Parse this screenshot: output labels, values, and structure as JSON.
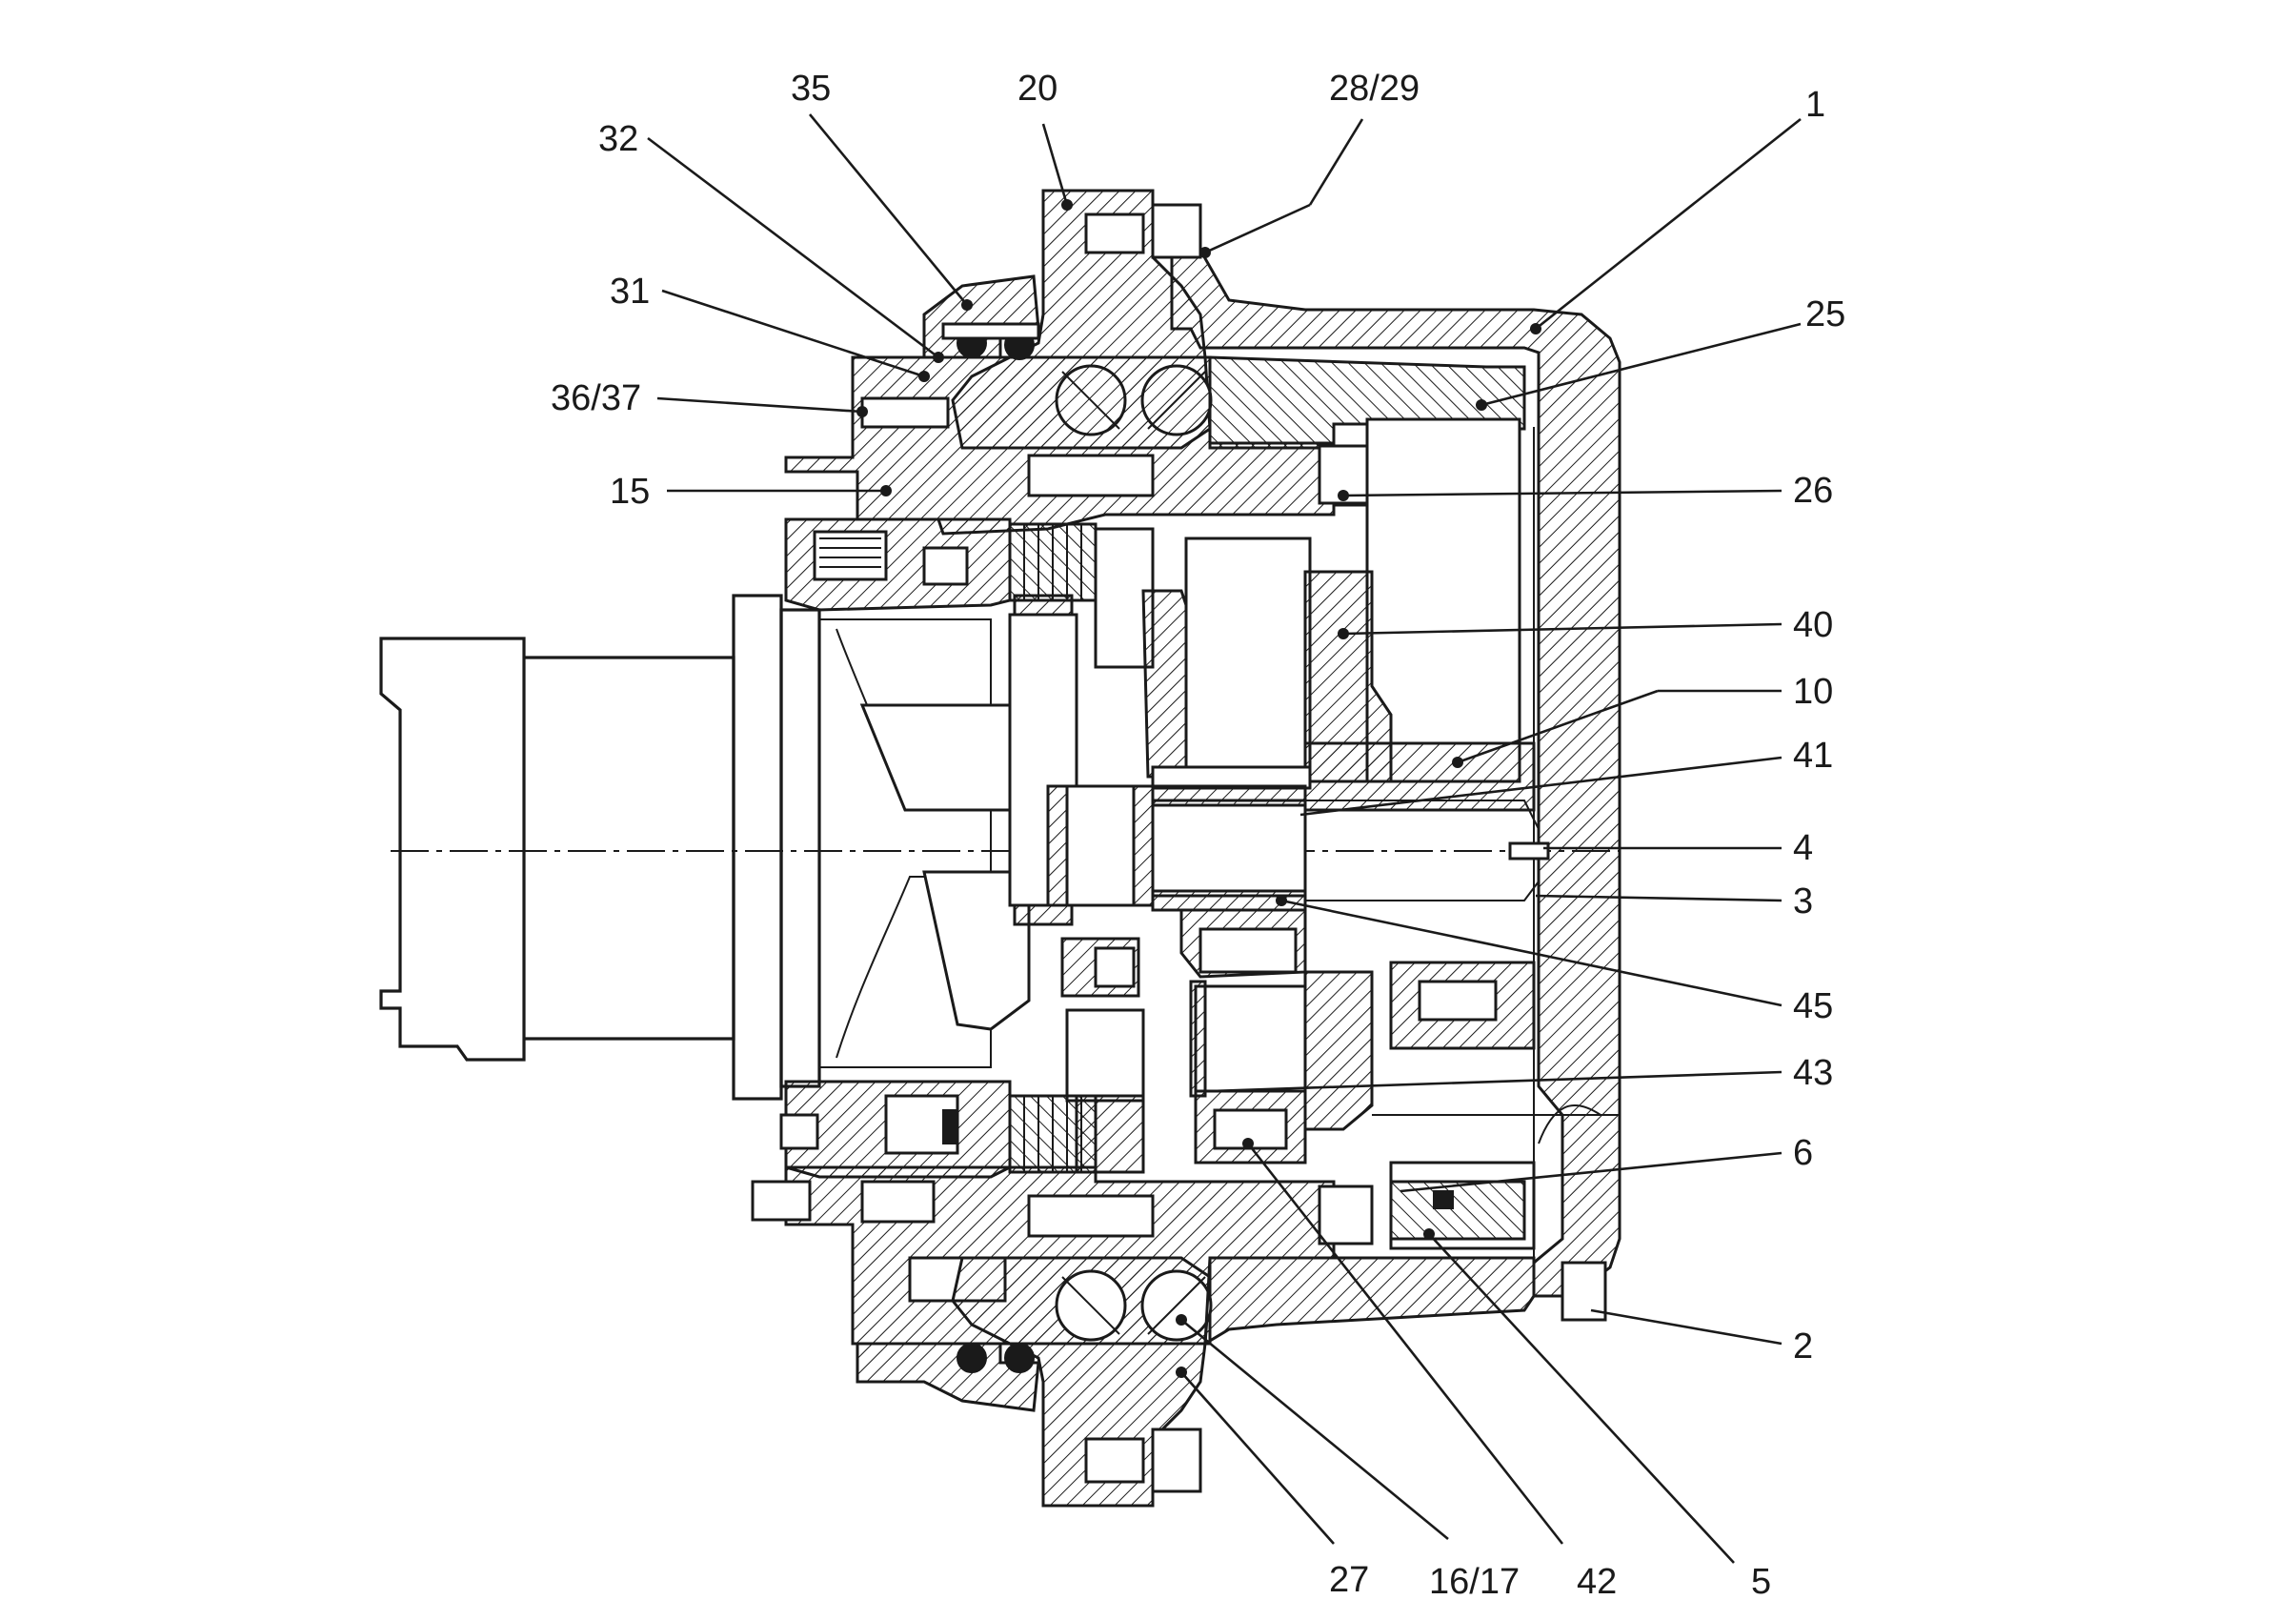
{
  "diagram": {
    "callouts": [
      {
        "id": "c1",
        "label": "1"
      },
      {
        "id": "c2",
        "label": "2"
      },
      {
        "id": "c3",
        "label": "3"
      },
      {
        "id": "c4",
        "label": "4"
      },
      {
        "id": "c5",
        "label": "5"
      },
      {
        "id": "c6",
        "label": "6"
      },
      {
        "id": "c10",
        "label": "10"
      },
      {
        "id": "c15",
        "label": "15"
      },
      {
        "id": "c1617",
        "label": "16/17"
      },
      {
        "id": "c20",
        "label": "20"
      },
      {
        "id": "c25",
        "label": "25"
      },
      {
        "id": "c26",
        "label": "26"
      },
      {
        "id": "c27",
        "label": "27"
      },
      {
        "id": "c2829",
        "label": "28/29"
      },
      {
        "id": "c31",
        "label": "31"
      },
      {
        "id": "c32",
        "label": "32"
      },
      {
        "id": "c35",
        "label": "35"
      },
      {
        "id": "c3637",
        "label": "36/37"
      },
      {
        "id": "c40",
        "label": "40"
      },
      {
        "id": "c41",
        "label": "41"
      },
      {
        "id": "c42",
        "label": "42"
      },
      {
        "id": "c43",
        "label": "43"
      },
      {
        "id": "c45",
        "label": "45"
      }
    ]
  }
}
